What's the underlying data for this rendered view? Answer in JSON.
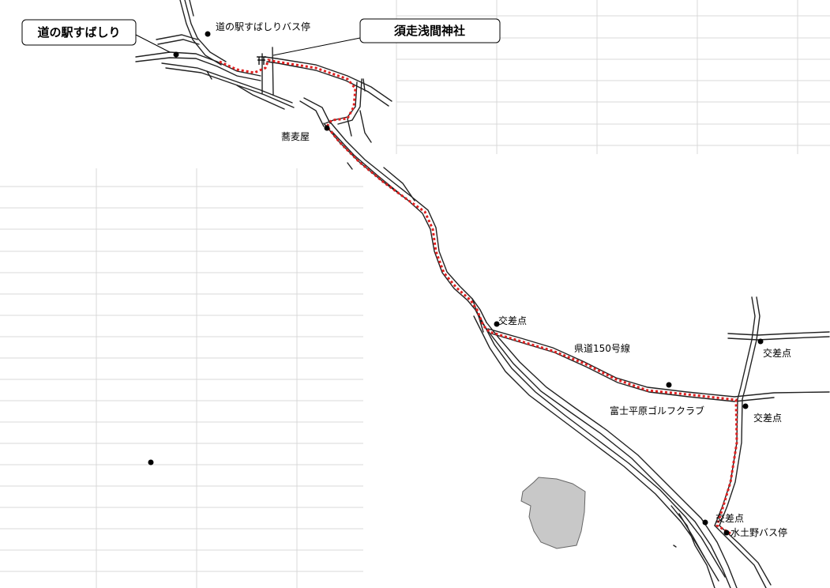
{
  "callouts": {
    "michi_no_eki": "道の駅すばしり",
    "shrine": "須走浅間神社"
  },
  "labels": {
    "bus_stop_subashiri": "道の駅すばしりバス停",
    "soba": "蕎麦屋",
    "intersection_1": "交差点",
    "route": "県道150号線",
    "intersection_2": "交差点",
    "golf": "富士平原ゴルフクラブ",
    "intersection_3": "交差点",
    "intersection_4": "交差点",
    "bus_stop_mizudono": "水土野バス停"
  },
  "colors": {
    "route": "#e02020",
    "road": "#222222",
    "grid": "#d9d9d9",
    "pond": "#c8c8c8"
  },
  "icons": {
    "shrine": "torii-icon"
  }
}
